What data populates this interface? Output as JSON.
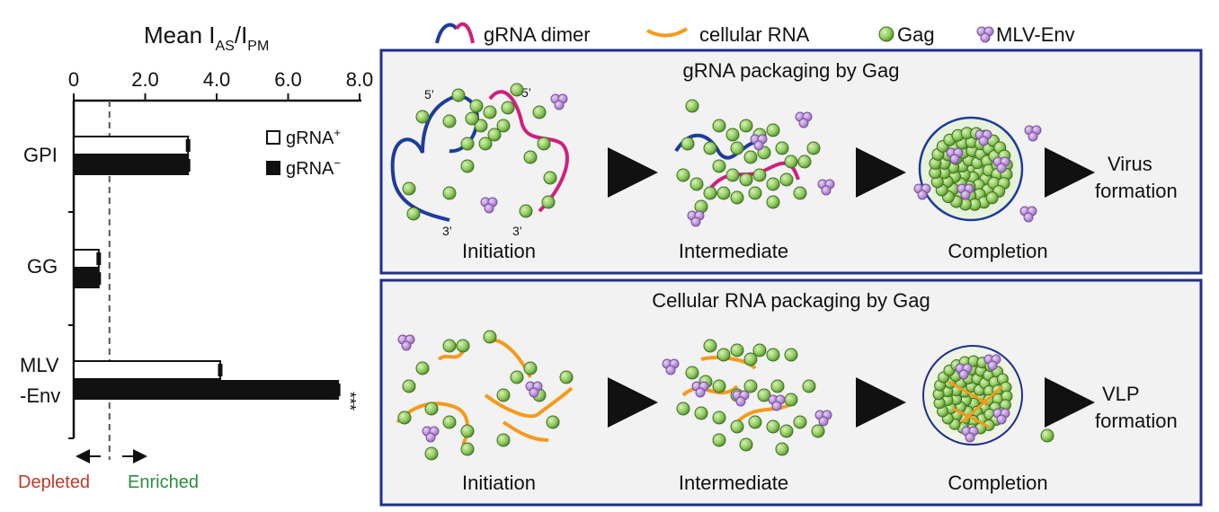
{
  "colors": {
    "panel_border": "#1f2f8c",
    "panel_fill": "#f2f2f2",
    "gag": "#8fca5c",
    "env": "#a779c9",
    "grna_blue": "#1f3b9a",
    "grna_pink": "#d11f7c",
    "cellular_rna": "#f59a1b",
    "depleted": "#c0392b",
    "enriched": "#2e8b3d"
  },
  "chart": {
    "title_main": "Mean I",
    "title_sub1": "AS",
    "title_mid": "/I",
    "title_sub2": "PM",
    "tick_labels": [
      "0",
      "2.0",
      "4.0",
      "6.0",
      "8.0"
    ],
    "legend_pos_label": "gRNA",
    "legend_pos_sup": "+",
    "legend_neg_label": "gRNA",
    "legend_neg_sup": "−",
    "categories": [
      "GPI",
      "GG",
      "MLV",
      "-Env"
    ],
    "significance": "***",
    "depleted_label": "Depleted",
    "enriched_label": "Enriched",
    "arrow_left": "←",
    "arrow_right": "→"
  },
  "chart_data": {
    "type": "bar",
    "orientation": "horizontal",
    "categories": [
      "GPI",
      "GG",
      "MLV-Env"
    ],
    "series": [
      {
        "name": "gRNA+",
        "values": [
          3.2,
          0.7,
          4.1
        ],
        "fill": "white"
      },
      {
        "name": "gRNA−",
        "values": [
          3.2,
          0.7,
          7.4
        ],
        "fill": "black"
      }
    ],
    "xlim": [
      0,
      8.0
    ],
    "xticks": [
      0,
      2.0,
      4.0,
      6.0,
      8.0
    ],
    "reference_line": 1.0,
    "title": "Mean IAS/IPM"
  },
  "legend": {
    "grna_dimer": "gRNA dimer",
    "cellular_rna": "cellular RNA",
    "gag": "Gag",
    "env": "MLV-Env"
  },
  "panels": {
    "top": {
      "title": "gRNA packaging by Gag",
      "stages": [
        "Initiation",
        "Intermediate",
        "Completion"
      ],
      "result_line1": "Virus",
      "result_line2": "formation",
      "labels_5prime": "5’",
      "labels_3prime": "3’"
    },
    "bottom": {
      "title": "Cellular RNA packaging by Gag",
      "stages": [
        "Initiation",
        "Intermediate",
        "Completion"
      ],
      "result_line1": "VLP",
      "result_line2": "formation"
    }
  }
}
